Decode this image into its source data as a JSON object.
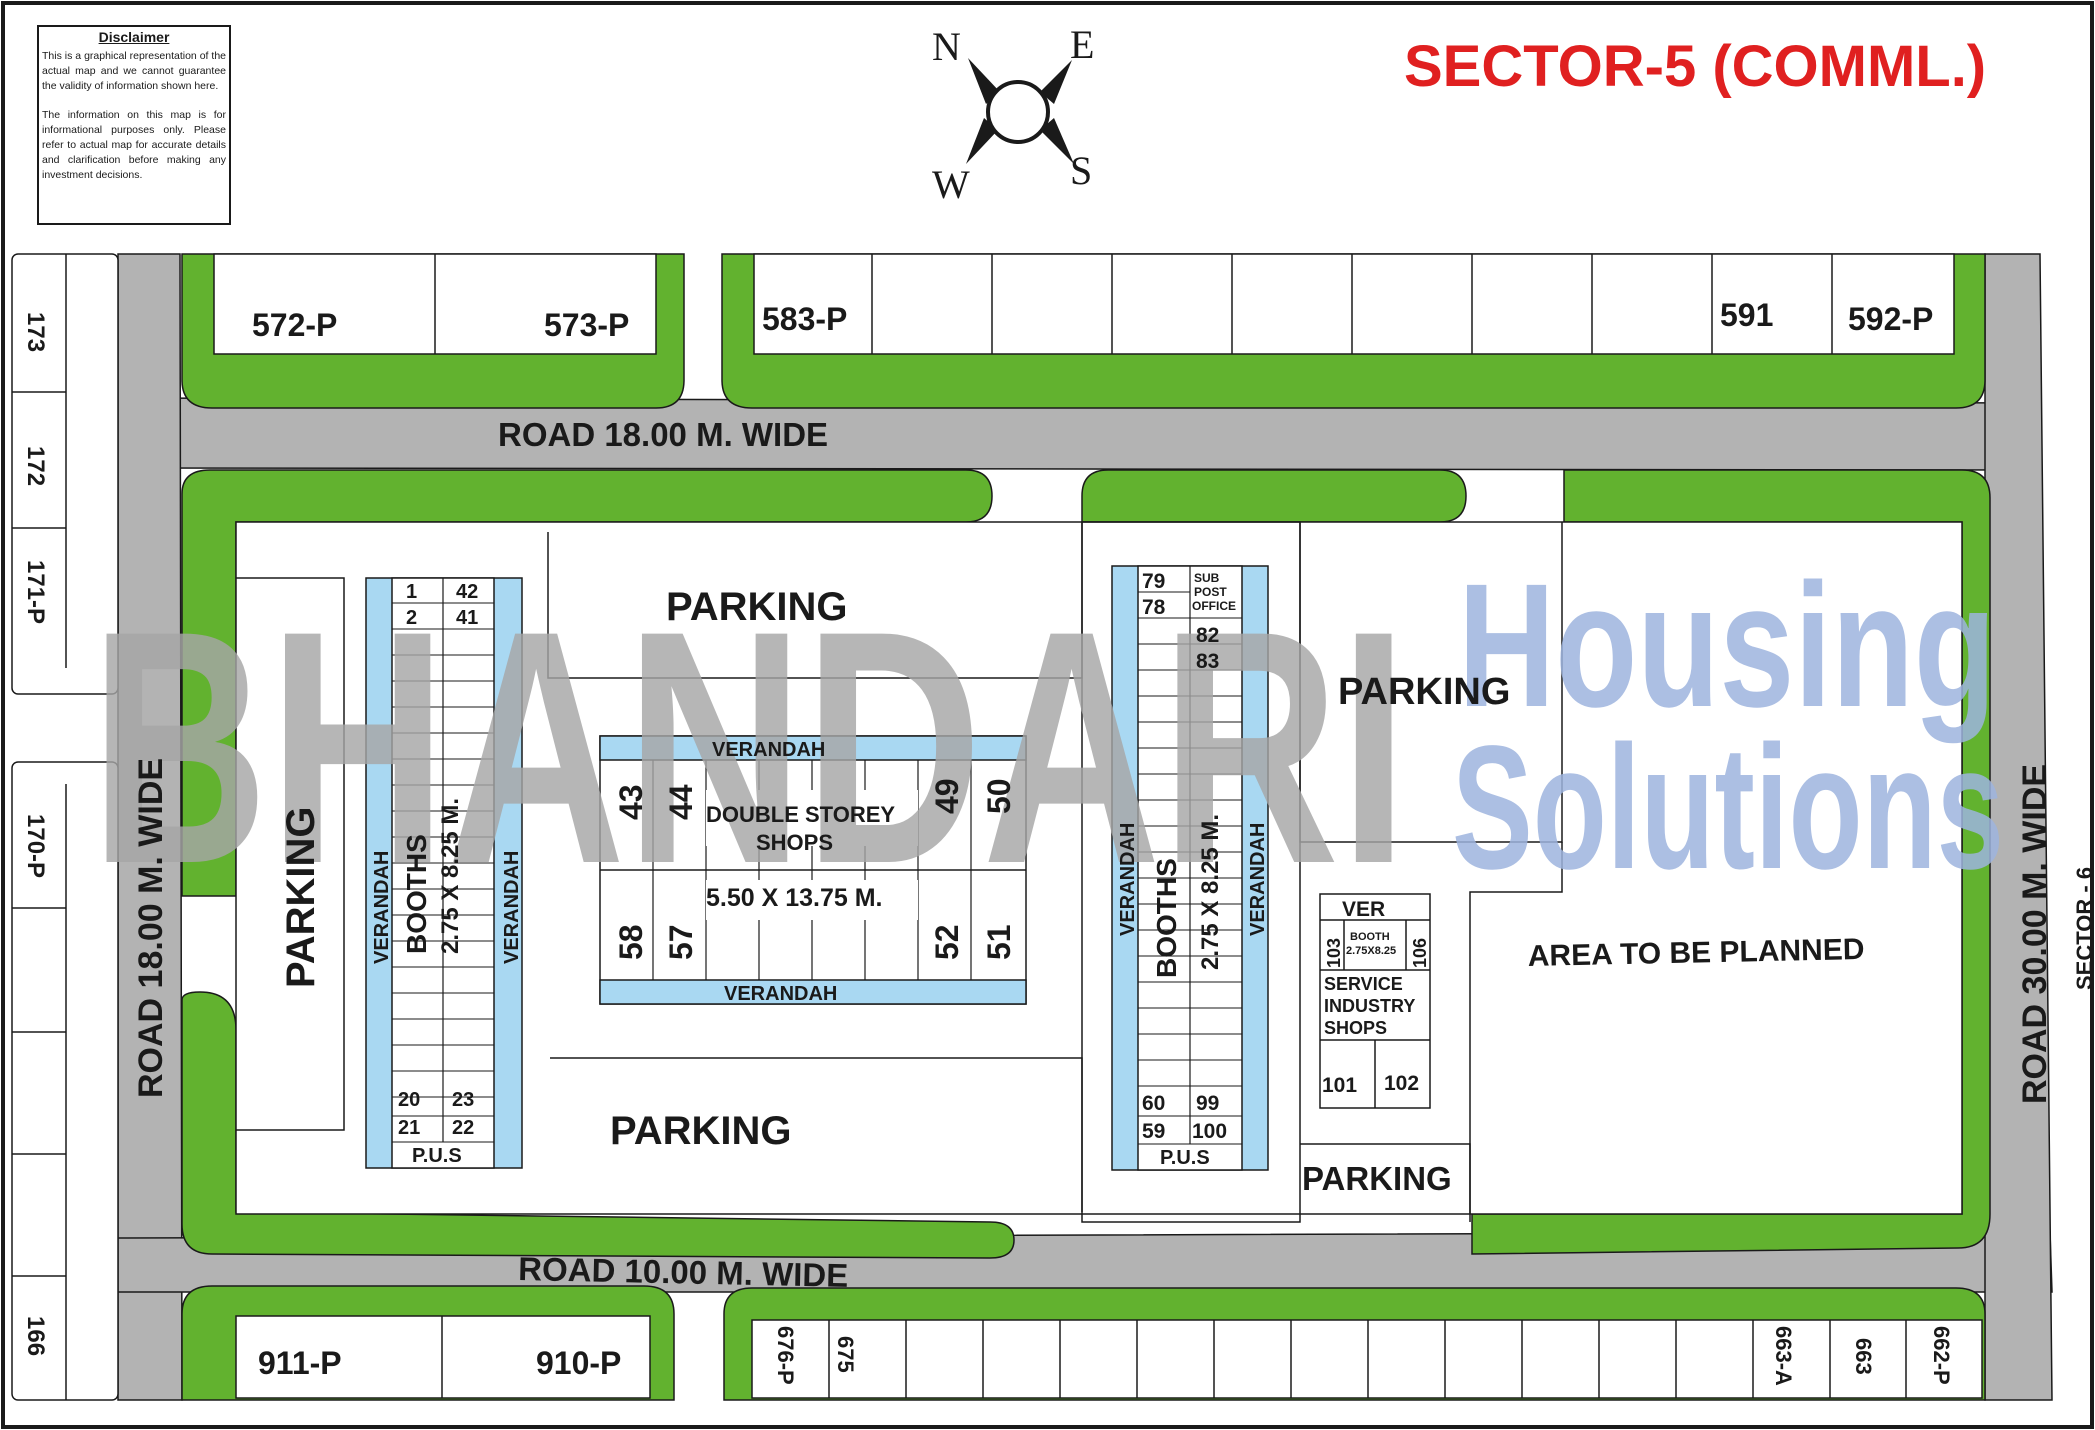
{
  "title": "SECTOR-5 (COMML.)",
  "colors": {
    "road": "#b3b3b3",
    "green": "#62b22f",
    "verandah": "#a9d8f2",
    "booth_band": "#8bb4d8",
    "title": "#e02020",
    "watermark_a": "#a6a6a6",
    "watermark_b": "#9db4de"
  },
  "disclaimer": {
    "heading": "Disclaimer",
    "p1": "This is a graphical representation of the actual map and we cannot guarantee the validity of information shown here.",
    "p2": "The information on this map is for informational purposes only. Please refer to actual map for accurate details and clarification before making any investment decisions."
  },
  "compass": {
    "n": "N",
    "e": "E",
    "s": "S",
    "w": "W"
  },
  "watermark": {
    "word1": "BHANDARI",
    "word2": "Housing",
    "word3": "Solutions"
  },
  "roads": {
    "top": "ROAD 18.00 M. WIDE",
    "left": "ROAD 18.00 M. WIDE",
    "bottom": "ROAD 10.00 M. WIDE",
    "right": "ROAD 30.00 M. WIDE",
    "sector6": "SECTOR - 6"
  },
  "top_plots": {
    "p572": "572-P",
    "p573": "573-P",
    "p583": "583-P",
    "p591": "591",
    "p592": "592-P"
  },
  "bottom_plots": {
    "p911": "911-P",
    "p910": "910-P",
    "p676": "676-P",
    "p675": "675",
    "p663a": "663-A",
    "p663": "663",
    "p662": "662-P"
  },
  "left_plots": {
    "p173": "173",
    "p172": "172",
    "p171": "171-P",
    "p170": "170-P",
    "p166": "166"
  },
  "parking": "PARKING",
  "left_block": {
    "verandah": "VERANDAH",
    "booths": "BOOTHS",
    "size": "2.75 X 8.25 M.",
    "n1": "1",
    "n42": "42",
    "n2": "2",
    "n41": "41",
    "n20": "20",
    "n23": "23",
    "n21": "21",
    "n22": "22",
    "pus": "P.U.S"
  },
  "shops": {
    "verandah": "VERANDAH",
    "line1": "DOUBLE STOREY",
    "line2": "SHOPS",
    "size": "5.50 X 13.75 M.",
    "n43": "43",
    "n44": "44",
    "n49": "49",
    "n50": "50",
    "n58": "58",
    "n57": "57",
    "n52": "52",
    "n51": "51"
  },
  "right_block": {
    "verandah": "VERANDAH",
    "booths": "BOOTHS",
    "size": "2.75 X 8.25 M.",
    "n79": "79",
    "n78": "78",
    "n82": "82",
    "n83": "83",
    "sub1": "SUB",
    "sub2": "POST",
    "sub3": "OFFICE",
    "n60": "60",
    "n99": "99",
    "n59": "59",
    "n100": "100",
    "pus": "P.U.S"
  },
  "service": {
    "ver": "VER",
    "n103": "103",
    "n106": "106",
    "booth": "BOOTH",
    "bsize": "2.75X8.25",
    "l1": "SERVICE",
    "l2": "INDUSTRY",
    "l3": "SHOPS",
    "n101": "101",
    "n102": "102"
  },
  "area": "AREA TO BE PLANNED"
}
